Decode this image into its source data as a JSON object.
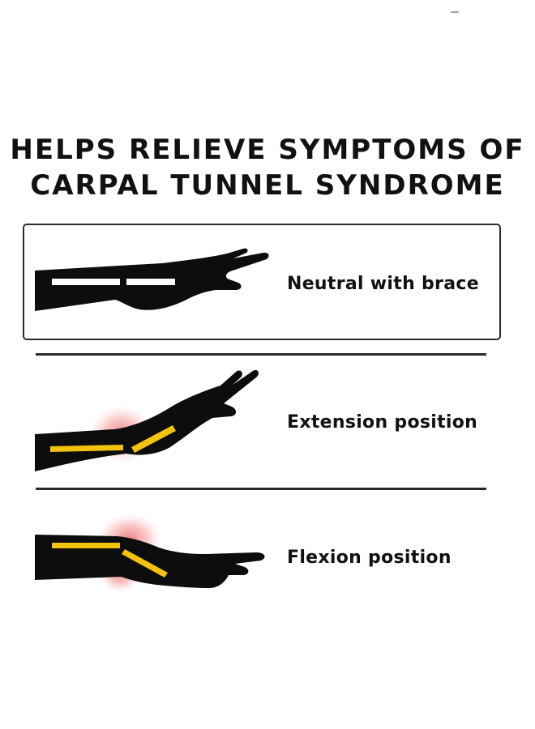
{
  "title": {
    "line1": "HELPS RELIEVE SYMPTOMS OF",
    "line2": "CARPAL TUNNEL SYNDROME"
  },
  "rows": [
    {
      "label": "Neutral with brace",
      "highlighted": true,
      "nerve_color": "#ffffff",
      "pain": false
    },
    {
      "label": "Extension position",
      "highlighted": false,
      "nerve_color": "#f2c20c",
      "pain": true
    },
    {
      "label": "Flexion position",
      "highlighted": false,
      "nerve_color": "#f2c20c",
      "pain": true
    }
  ],
  "colors": {
    "silhouette": "#0d0d0d",
    "nerve": "#f2c20c",
    "pain_glow": "#f08080",
    "border": "#2b2b2b"
  }
}
